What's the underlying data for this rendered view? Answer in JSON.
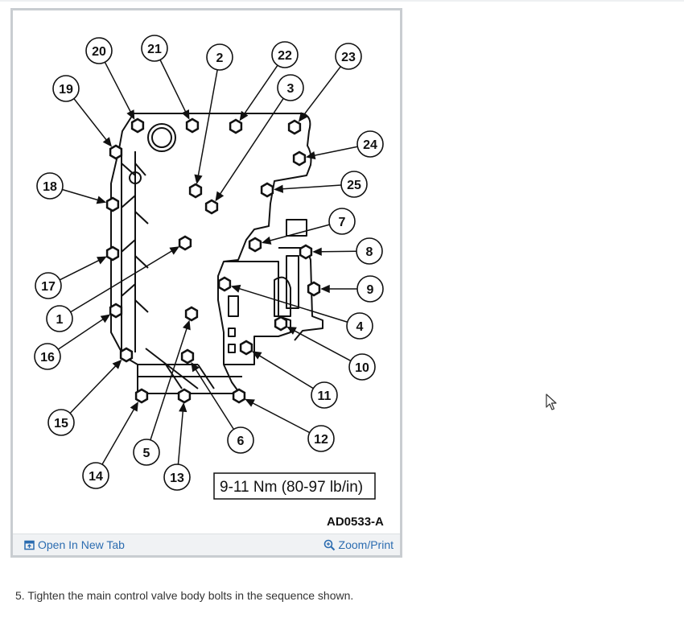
{
  "figure": {
    "torque_label": "9-11 Nm (80-97 lb/in)",
    "figure_id": "AD0533-A",
    "callouts": [
      "1",
      "2",
      "3",
      "4",
      "5",
      "6",
      "7",
      "8",
      "9",
      "10",
      "11",
      "12",
      "13",
      "14",
      "15",
      "16",
      "17",
      "18",
      "19",
      "20",
      "21",
      "22",
      "23",
      "24",
      "25"
    ]
  },
  "toolbar": {
    "open_label": "Open In New Tab",
    "zoom_label": "Zoom/Print",
    "open_icon": "open-in-new-tab-icon",
    "zoom_icon": "zoom-icon"
  },
  "caption": "5. Tighten the main control valve body bolts in the sequence shown.",
  "colors": {
    "link": "#2b6cb0",
    "frame": "#c9cdd1",
    "toolbar_bg": "#f0f2f4"
  }
}
